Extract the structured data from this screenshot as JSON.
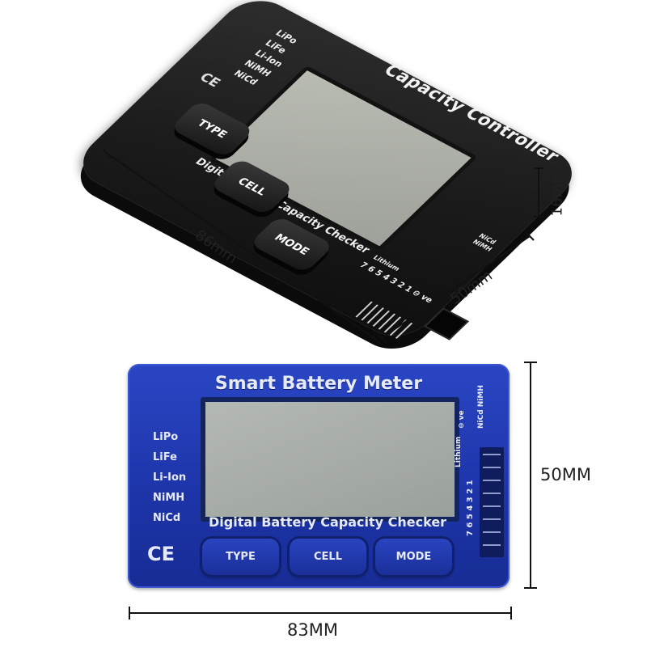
{
  "black_device": {
    "title": "Capacity Controller",
    "subtitle": "Digital Battery Capacity Checker",
    "chemistries": [
      "LiPo",
      "LiFe",
      "Li-Ion",
      "NiMH",
      "NiCd"
    ],
    "ce_mark": "CE",
    "buttons": [
      "TYPE",
      "CELL",
      "MODE"
    ],
    "port_label_lithium": "Lithium",
    "port_numbers": "7 6 5 4 3 2 1 ⊖ ve",
    "nicd_nimh_label": [
      "NiCd",
      "NiMH"
    ],
    "dim_length": "86mm",
    "dim_width": "50mm",
    "dim_height": "16mm"
  },
  "blue_device": {
    "title": "Smart Battery Meter",
    "subtitle": "Digital Battery Capacity Checker",
    "chemistries": [
      "LiPo",
      "LiFe",
      "Li-Ion",
      "NiMH",
      "NiCd"
    ],
    "ce_mark": "CE",
    "buttons": [
      "TYPE",
      "CELL",
      "MODE"
    ],
    "port_label_lithium": "Lithium",
    "port_numbers": "7 6 5 4 3 2 1",
    "ve_label": "⊖ ve",
    "nicd_nimh_label": "NiCd NiMH",
    "dim_width": "83MM",
    "dim_height": "50MM"
  },
  "colors": {
    "black_body": "#1a1a1a",
    "blue_body": "#1d34a8",
    "lcd": "#a7aba4"
  }
}
